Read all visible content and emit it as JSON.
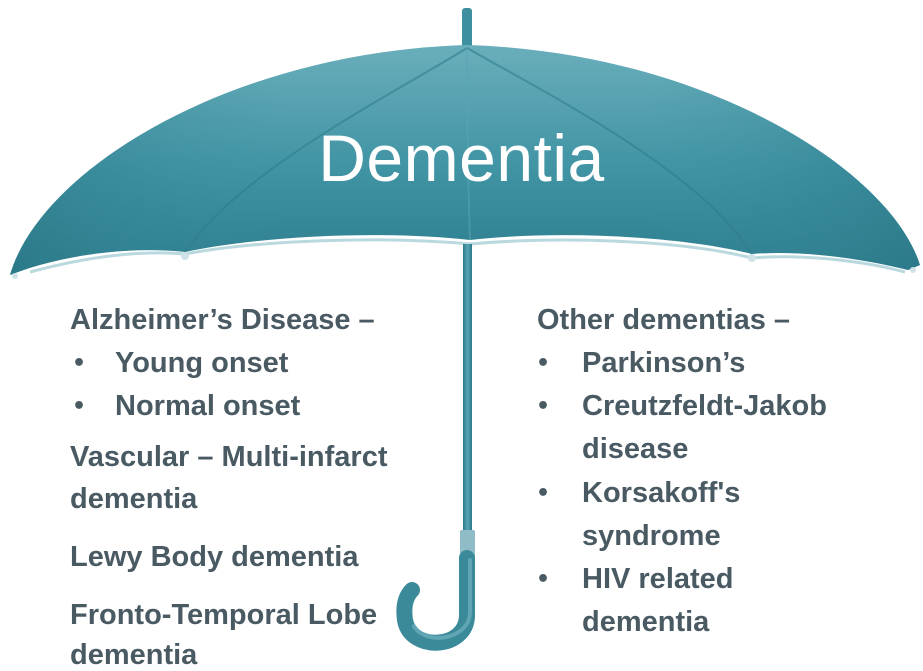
{
  "title": "Dementia",
  "colors": {
    "canopy_dark": "#2f7f8f",
    "canopy_mid": "#3f93a3",
    "canopy_light": "#7cbcc8",
    "text": "#4a5a63"
  },
  "left_column": {
    "alzheimers_heading": "Alzheimer’s Disease –",
    "alzheimers_items": [
      "Young onset",
      "Normal onset"
    ],
    "vascular_line1": "Vascular – Multi-infarct",
    "vascular_line2": "dementia",
    "lewy": "Lewy Body dementia",
    "fronto_line1": "Fronto-Temporal Lobe",
    "fronto_line2": "dementia"
  },
  "right_column": {
    "heading": "Other dementias –",
    "items": [
      {
        "line1": "Parkinson’s"
      },
      {
        "line1": "Creutzfeldt-Jakob",
        "line2": "disease"
      },
      {
        "line1": "Korsakoff's",
        "line2": "syndrome"
      },
      {
        "line1": "HIV related",
        "line2": "dementia"
      }
    ],
    "bullet": "•"
  }
}
